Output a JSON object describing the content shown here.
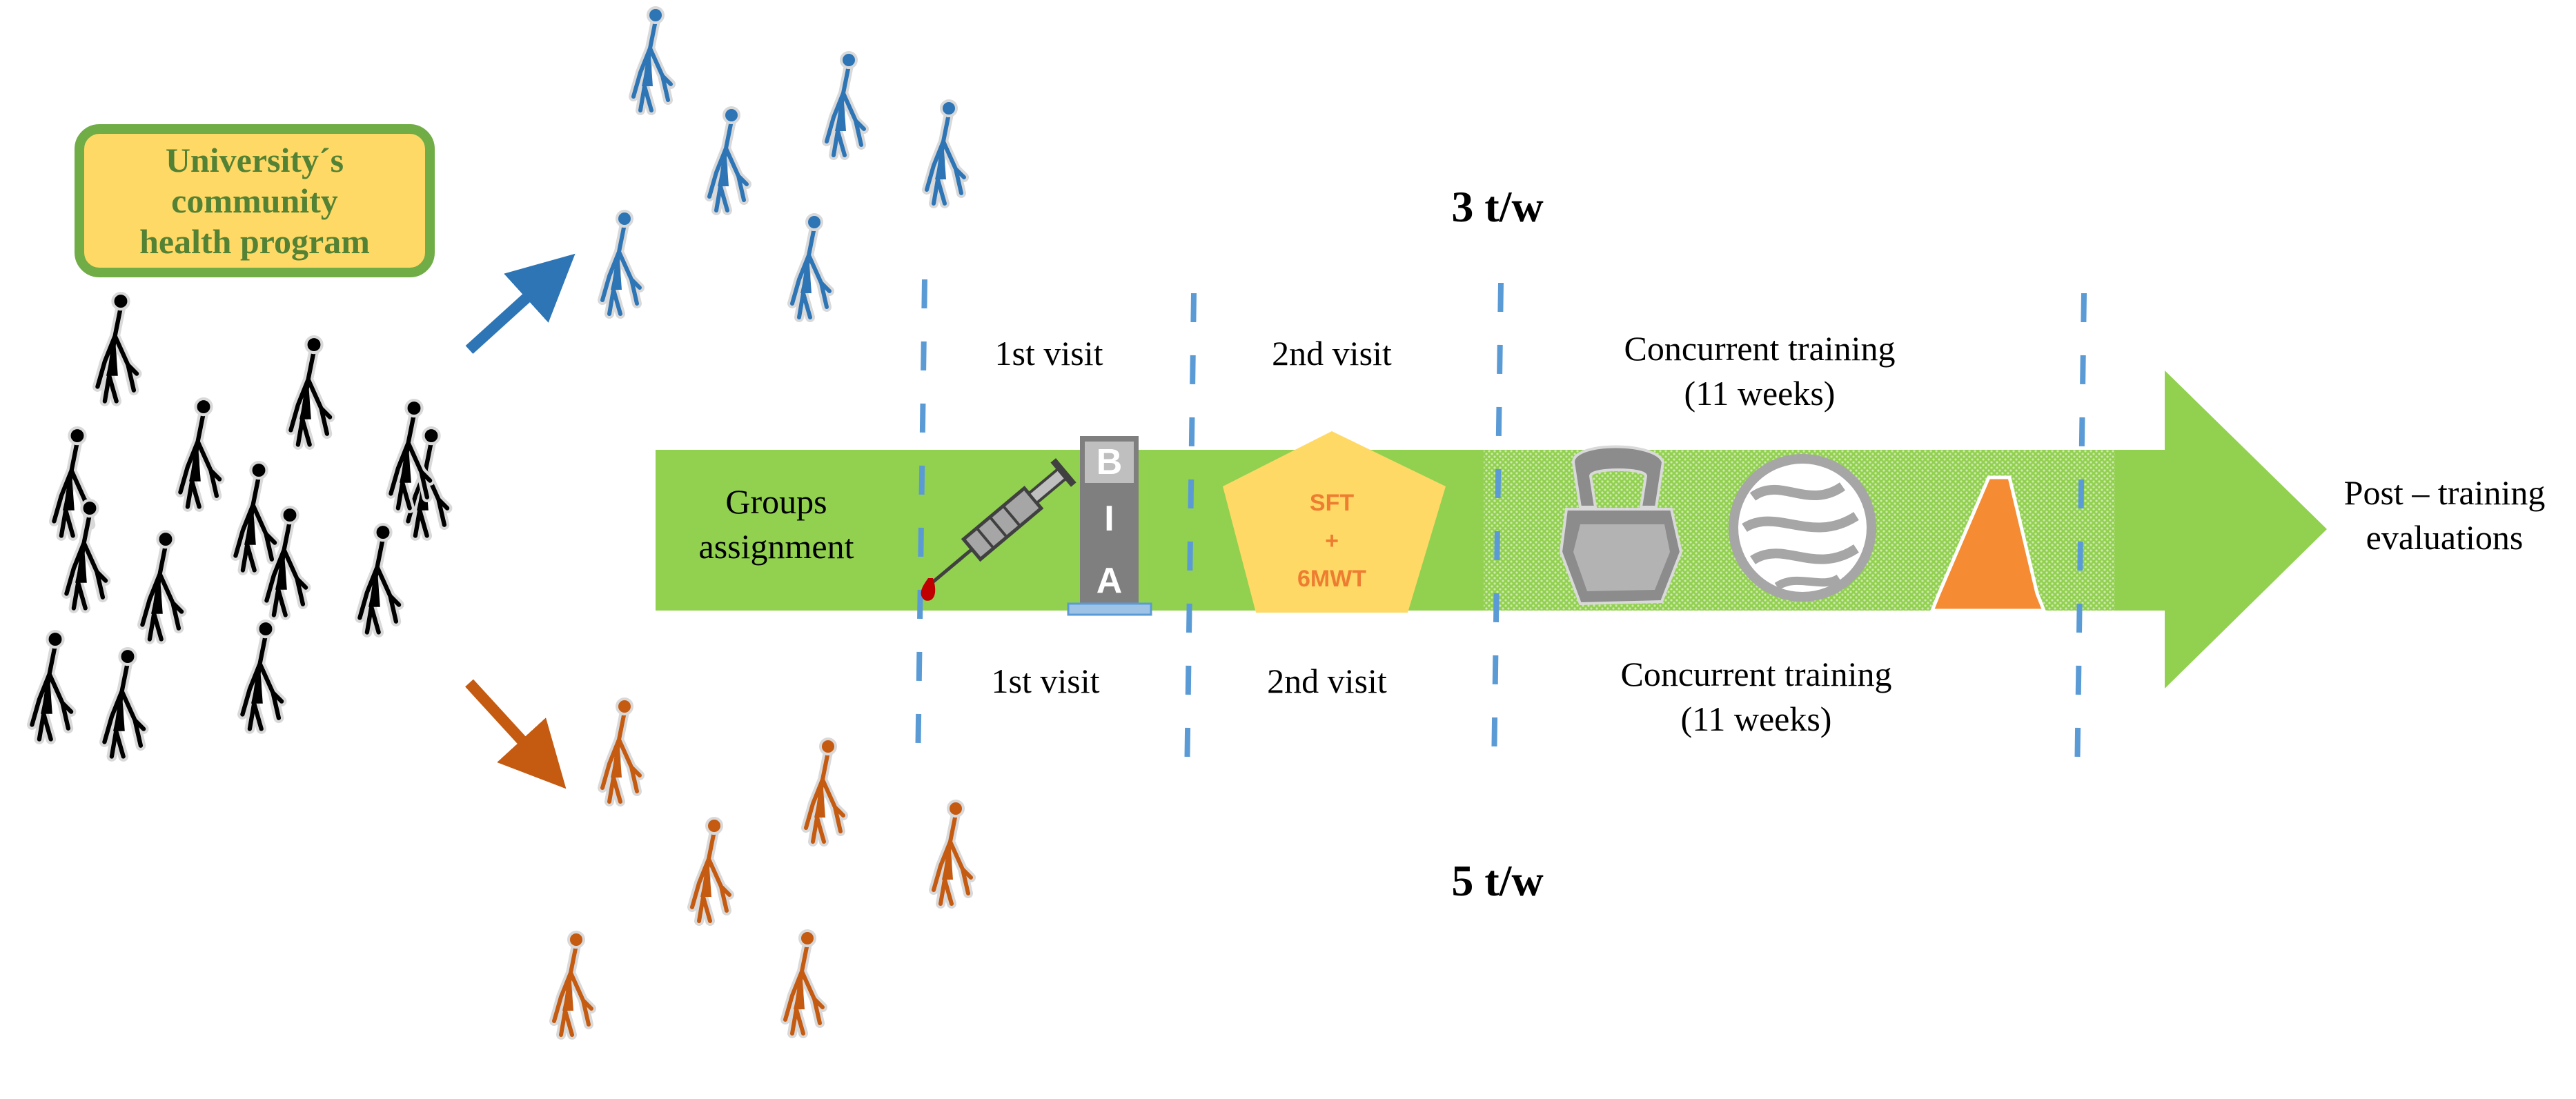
{
  "program": {
    "text": "University´s\ncommunity\nhealth program"
  },
  "groups": {
    "top_label": "3 t/w",
    "bottom_label": "5 t/w"
  },
  "timeline": {
    "start_label": "Groups\nassignment",
    "end_label": "Post – training\nevaluations",
    "top_phases": [
      "1st visit",
      "2nd visit",
      "Concurrent training\n(11 weeks)"
    ],
    "bottom_phases": [
      "1st visit",
      "2nd visit",
      "Concurrent training\n(11 weeks)"
    ]
  },
  "bia": {
    "letters": [
      "B",
      "I",
      "A"
    ]
  },
  "sft": {
    "line1": "SFT",
    "line2": "+",
    "line3": "6MWT"
  },
  "colors": {
    "arrow_green": "#92d050",
    "box_fill": "#ffd966",
    "box_border": "#70ad47",
    "box_text": "#548235",
    "blue_group": "#2e75b6",
    "orange_group": "#c55a11",
    "cone": "#f58c34",
    "sft_text": "#ed7d31",
    "divider": "#5b9bd5"
  },
  "icons": [
    "person-icon",
    "syringe-icon",
    "bia-scale-icon",
    "pentagon-icon",
    "kettlebell-icon",
    "ball-icon",
    "cone-icon"
  ]
}
